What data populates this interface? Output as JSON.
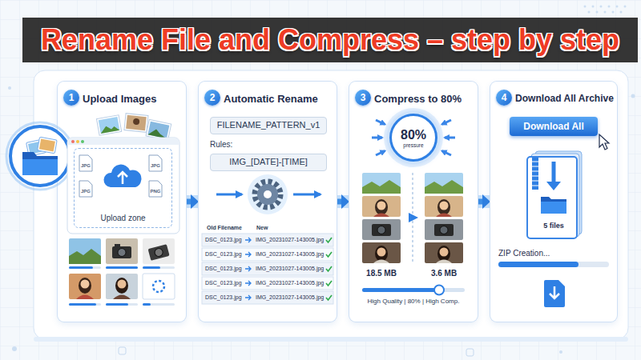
{
  "diagram": {
    "title": "Rename File and Compress – step by step",
    "nodes": [
      {
        "text": [
          "Upload Images"
        ]
      },
      {
        "text": [
          "1"
        ],
        "in": 0
      },
      {
        "text": [
          "Upload zone"
        ],
        "in": 0
      },
      {
        "text": [
          "Automatic Rename"
        ]
      },
      {
        "text": [
          "2"
        ],
        "in": 3
      },
      {
        "text": [
          "FILENAME_PATTERN_v1"
        ],
        "in": 3
      },
      {
        "text": [
          "IMG_[DATE]-[TIME]"
        ],
        "in": 3
      },
      {
        "text": [
          "Compress to 80%"
        ]
      },
      {
        "text": [
          "3"
        ],
        "in": 7
      },
      {
        "text": [
          "80%",
          "pressure"
        ],
        "in": 7
      },
      {
        "text": [
          "Download All Archive"
        ]
      },
      {
        "text": [
          "4"
        ],
        "in": 10
      },
      {
        "text": [
          "Download All"
        ],
        "in": 10
      }
    ],
    "edges": [
      {
        "from": 0,
        "to": 3,
        "arrow": "to"
      },
      {
        "from": 3,
        "to": 7,
        "arrow": "to"
      },
      {
        "from": 7,
        "to": 10,
        "arrow": "to"
      }
    ],
    "labels": [
      "JPG",
      "JPG",
      "JPG",
      "PNG",
      "Rules:",
      "Old Filename",
      "New",
      "DSC_0123.jpg",
      "IMG_20231027-143005.jpg",
      "DSC_0123.jpg",
      "IMG_20231027-143005.jpg",
      "DSC_0123.jpg",
      "IMG_20231027-143005.jpg",
      "DSC_0123.jpg",
      "IMG_20231027-143005.jpg",
      "DSC_0123.jpg",
      "IMG_20231027-143005.jpg",
      "18.5 MB",
      "3.6 MB",
      "High Quality | 80% | High Comp.",
      "5 files",
      "ZIP Creation..."
    ]
  }
}
